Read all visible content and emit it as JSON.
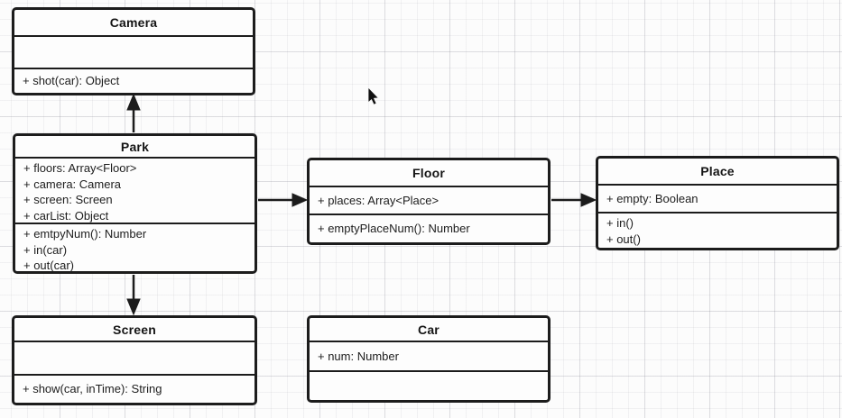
{
  "canvas": {
    "background_color": "#fcfcfc",
    "grid_minor_color": "#eeeeee",
    "grid_major_color": "#dddddd",
    "box_border_color": "#1c1c1c",
    "text_color": "#1d1d1d"
  },
  "classes": {
    "camera": {
      "name": "Camera",
      "attributes": [],
      "methods": [
        "+ shot(car): Object"
      ]
    },
    "park": {
      "name": "Park",
      "attributes": [
        "+ floors: Array<Floor>",
        "+ camera: Camera",
        "+ screen: Screen",
        "+ carList: Object"
      ],
      "methods": [
        "+ emtpyNum(): Number",
        "+ in(car)",
        "+ out(car)"
      ]
    },
    "floor": {
      "name": "Floor",
      "attributes": [
        "+ places: Array<Place>"
      ],
      "methods": [
        "+ emptyPlaceNum(): Number"
      ]
    },
    "place": {
      "name": "Place",
      "attributes": [
        "+ empty: Boolean"
      ],
      "methods": [
        "+ in()",
        "+ out()"
      ]
    },
    "screen": {
      "name": "Screen",
      "attributes": [],
      "methods": [
        "+ show(car, inTime): String"
      ]
    },
    "car": {
      "name": "Car",
      "attributes": [
        "+ num: Number"
      ],
      "methods": []
    }
  },
  "relations": [
    {
      "from": "Park",
      "to": "Camera",
      "arrow": "solid",
      "direction": "up"
    },
    {
      "from": "Park",
      "to": "Floor",
      "arrow": "solid",
      "direction": "right"
    },
    {
      "from": "Floor",
      "to": "Place",
      "arrow": "solid",
      "direction": "right"
    },
    {
      "from": "Park",
      "to": "Screen",
      "arrow": "solid",
      "direction": "down"
    }
  ]
}
